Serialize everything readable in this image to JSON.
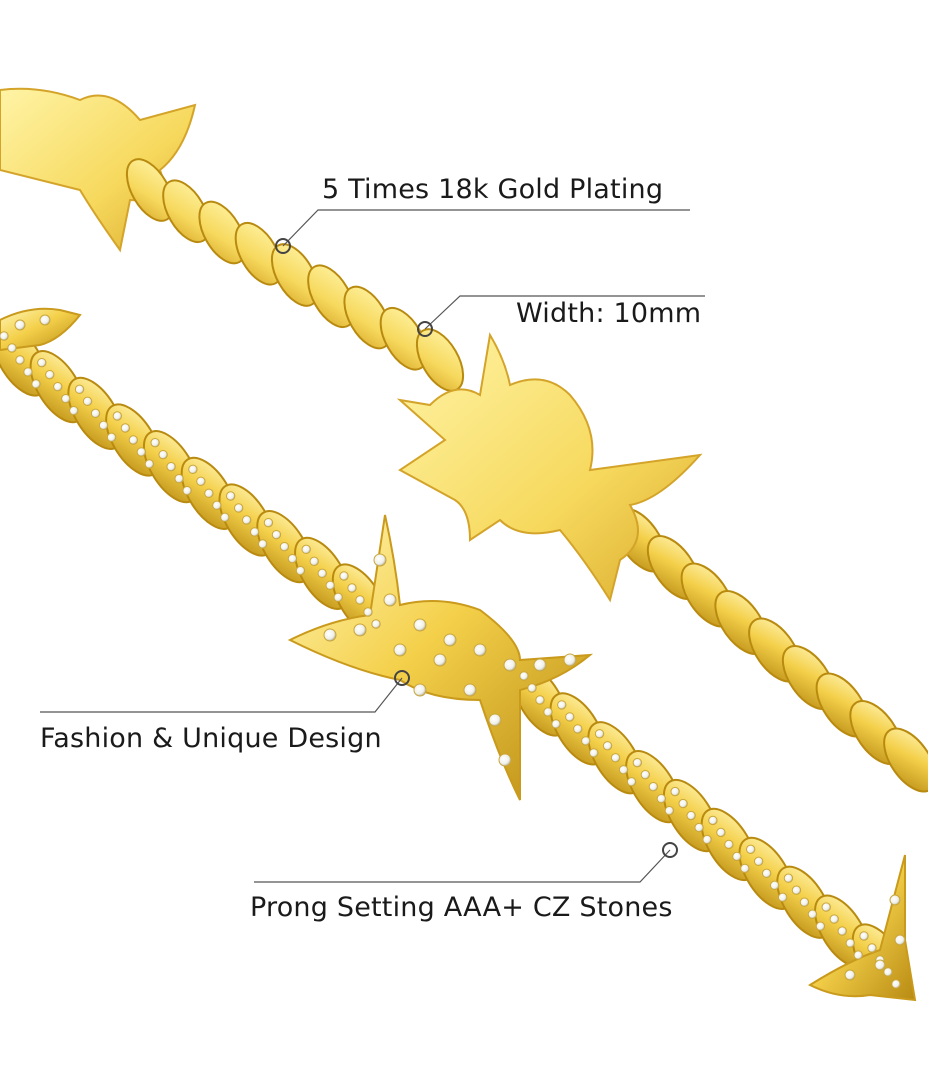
{
  "product_image": {
    "chain_upper": "plain gold cuban link chain with barbed-wire link",
    "chain_lower": "iced-out gold cuban link chain with cz-set barbed-wire link"
  },
  "callouts": [
    {
      "id": "plating",
      "text": "5 Times 18k Gold Plating"
    },
    {
      "id": "width",
      "text": "Width: 10mm"
    },
    {
      "id": "design",
      "text": "Fashion & Unique Design"
    },
    {
      "id": "setting",
      "text": "Prong Setting AAA+ CZ Stones"
    }
  ],
  "colors": {
    "gold_light": "#fff3a8",
    "gold_mid": "#f2cf4a",
    "gold_dark": "#b98a10",
    "stone": "#f7f7f2",
    "line": "#555555"
  }
}
